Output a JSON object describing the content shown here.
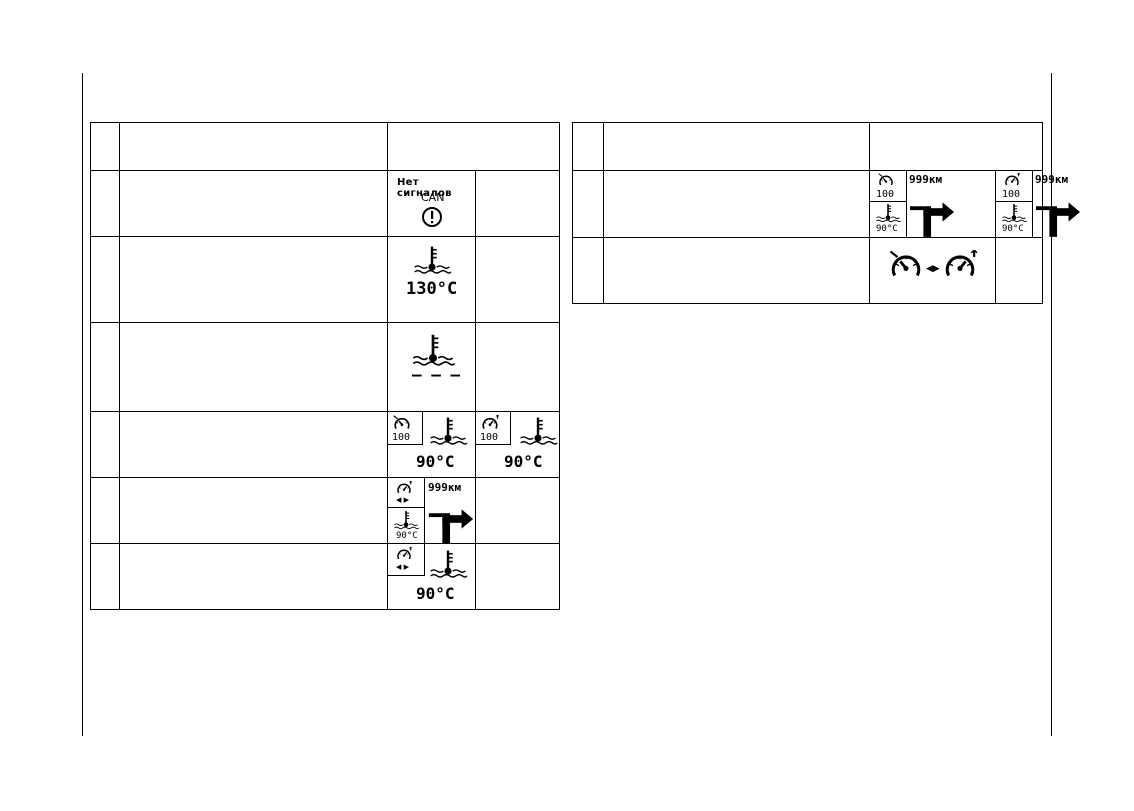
{
  "can_panel": {
    "title": "Нет сигналов",
    "subtitle": "CAN"
  },
  "coolant_hot": {
    "value": "130°C"
  },
  "coolant_nodata": {
    "value": "– – –"
  },
  "coolant_normal": {
    "value": "90°C"
  },
  "speed": {
    "value": "100"
  },
  "navigation": {
    "distance": "999км"
  },
  "coolant_small": {
    "value": "90°C"
  }
}
